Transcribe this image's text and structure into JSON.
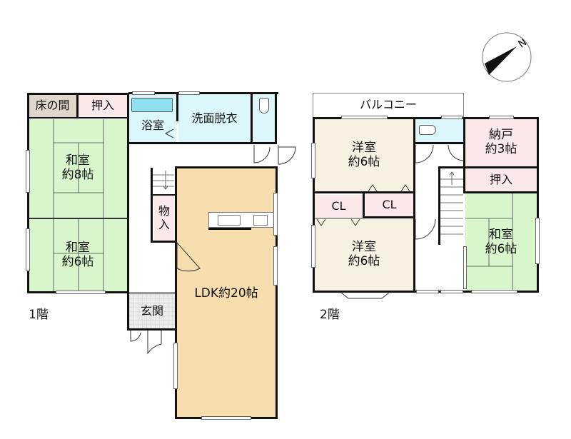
{
  "colors": {
    "washitsu": "#d8f5cc",
    "tokonoma": "#e0d6cc",
    "oshiire": "#fbe9e9",
    "bath": "#dcf7fb",
    "bathtub": "#8fe0f0",
    "ldk": "#f5ddae",
    "youshitsu": "#f7f1e3",
    "genkan": "#ececec",
    "wall": "#111111"
  },
  "compass": {
    "label": "N"
  },
  "floor1": {
    "label": "1階",
    "rooms": {
      "tokonoma": "床の間",
      "oshiire": "押入",
      "bath": "浴室",
      "washroom": "洗面脱衣",
      "washitsu8_name": "和室",
      "washitsu8_size": "約8帖",
      "washitsu6_name": "和室",
      "washitsu6_size": "約6帖",
      "storage_top": "物",
      "storage_bottom": "入",
      "ldk": "LDK約20帖",
      "genkan": "玄関"
    }
  },
  "floor2": {
    "label": "2階",
    "rooms": {
      "balcony": "バルコニー",
      "youshitsu1_name": "洋室",
      "youshitsu1_size": "約6帖",
      "youshitsu2_name": "洋室",
      "youshitsu2_size": "約6帖",
      "cl1": "CL",
      "cl2": "CL",
      "nando_name": "納戸",
      "nando_size": "約3帖",
      "oshiire": "押入",
      "washitsu_name": "和室",
      "washitsu_size": "約6帖"
    }
  }
}
